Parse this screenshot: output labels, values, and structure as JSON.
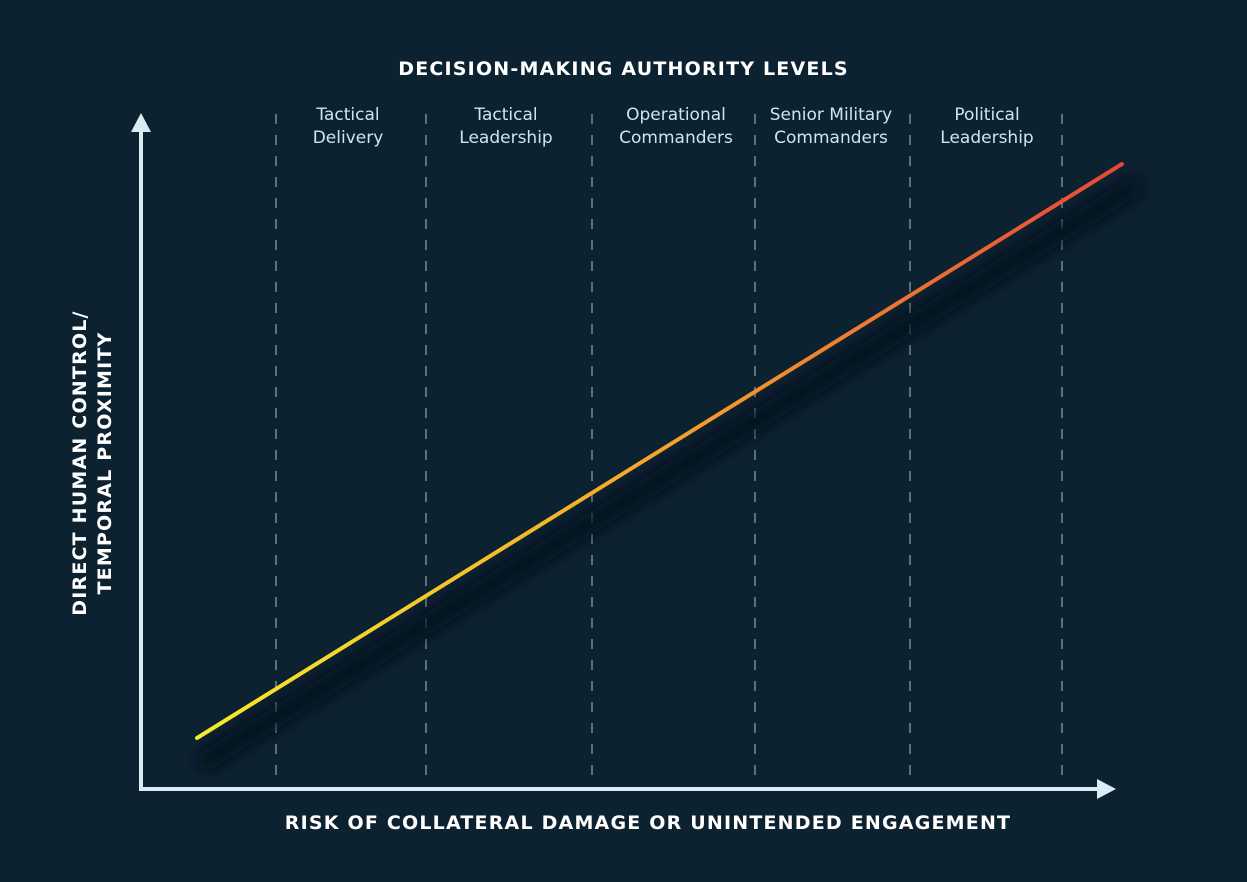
{
  "diagram": {
    "title": "DECISION-MAKING AUTHORITY LEVELS",
    "x_axis_label": "RISK OF COLLATERAL DAMAGE OR UNINTENDED ENGAGEMENT",
    "y_axis_label": [
      "DIRECT HUMAN CONTROL/",
      "TEMPORAL PROXIMITY"
    ],
    "levels": [
      {
        "line1": "Tactical",
        "line2": "Delivery"
      },
      {
        "line1": "Tactical",
        "line2": "Leadership"
      },
      {
        "line1": "Operational",
        "line2": "Commanders"
      },
      {
        "line1": "Senior Military",
        "line2": "Commanders"
      },
      {
        "line1": "Political",
        "line2": "Leadership"
      }
    ]
  },
  "colors": {
    "background": "#0d2230",
    "axis": "#dcecf5",
    "title_text": "#ffffff",
    "level_text": "#c9e6f2",
    "divider": "#8a9aa5",
    "trend_start": "#f4ec2c",
    "trend_mid": "#f4a52a",
    "trend_end": "#e8463a"
  }
}
